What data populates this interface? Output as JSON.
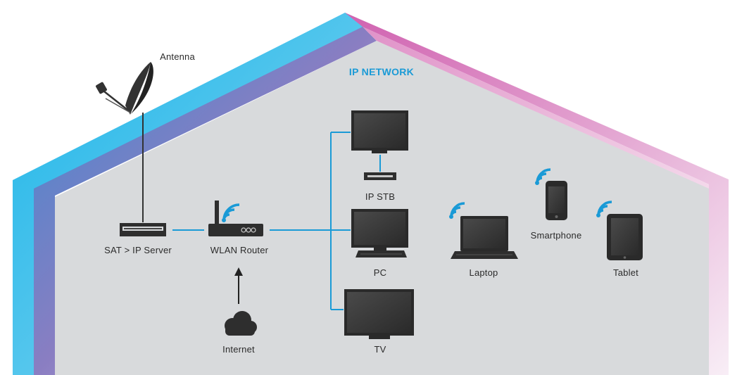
{
  "title": "IP NETWORK",
  "colors": {
    "accent": "#1a9ad6",
    "roof_blue": "#1cb5e8",
    "roof_pink": "#d366b4",
    "roof_purple": "#9a7fc0",
    "house_fill": "#d8dadc",
    "device": "#333333"
  },
  "devices": {
    "antenna": "Antenna",
    "sat_server": "SAT > IP Server",
    "router": "WLAN Router",
    "internet": "Internet",
    "ip_stb": "IP STB",
    "pc": "PC",
    "tv": "TV",
    "laptop": "Laptop",
    "smartphone": "Smartphone",
    "tablet": "Tablet"
  }
}
